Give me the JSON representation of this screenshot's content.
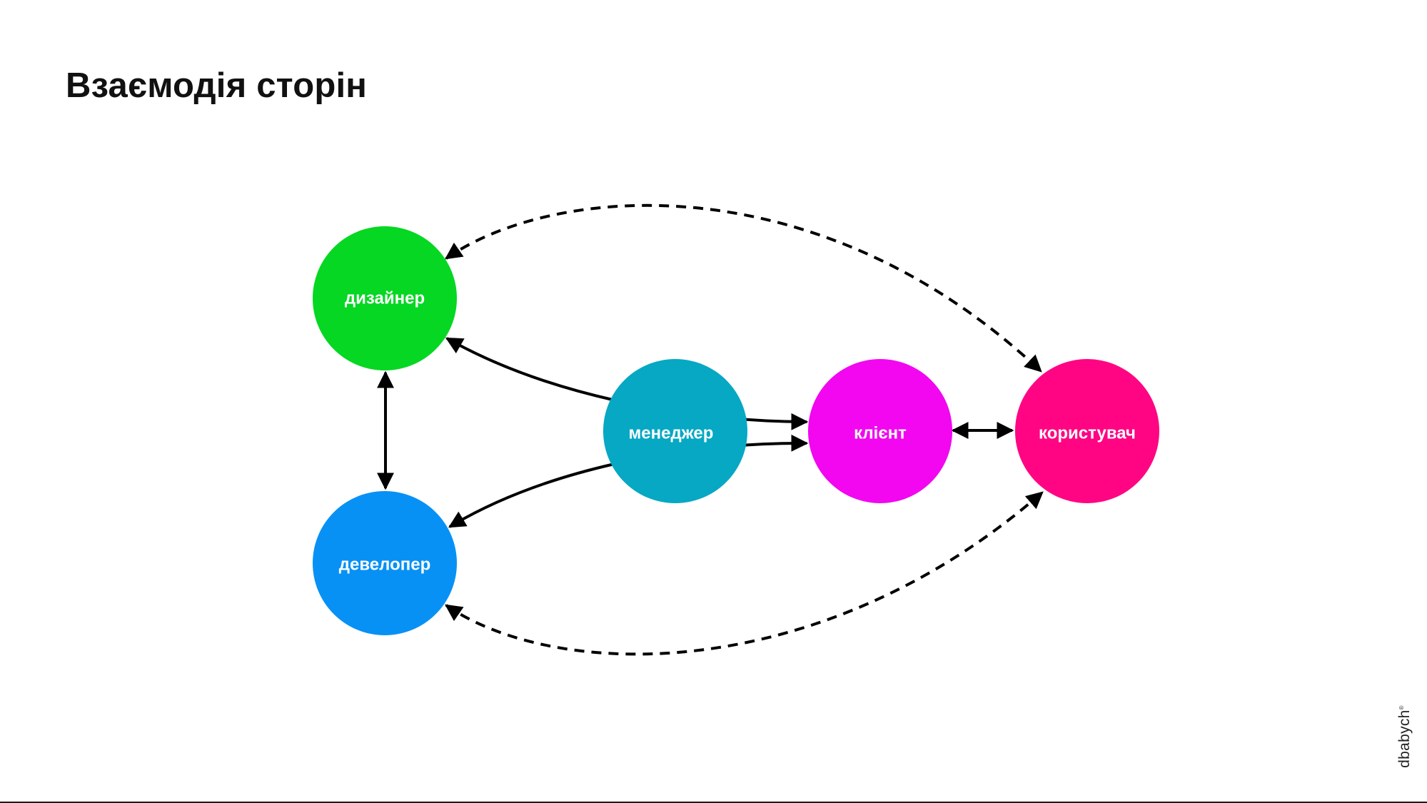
{
  "slide": {
    "title": "Взаємодія сторін",
    "brand": "dbabych",
    "brand_mark": "®"
  },
  "diagram": {
    "nodes": [
      {
        "id": "designer",
        "label": "дизайнер",
        "color": "#05d722"
      },
      {
        "id": "developer",
        "label": "девелопер",
        "color": "#0891f5"
      },
      {
        "id": "manager",
        "label": "менеджер",
        "color": "#06a8c3"
      },
      {
        "id": "client",
        "label": "клієнт",
        "color": "#f207f0"
      },
      {
        "id": "user",
        "label": "користувач",
        "color": "#ff0583"
      }
    ],
    "edges": [
      {
        "from": "designer",
        "to": "developer",
        "style": "solid",
        "direction": "both"
      },
      {
        "from": "designer",
        "to": "client",
        "style": "solid",
        "direction": "both"
      },
      {
        "from": "developer",
        "to": "client",
        "style": "solid",
        "direction": "both"
      },
      {
        "from": "client",
        "to": "user",
        "style": "solid",
        "direction": "both"
      },
      {
        "from": "designer",
        "to": "user",
        "style": "dashed",
        "direction": "both"
      },
      {
        "from": "developer",
        "to": "user",
        "style": "dashed",
        "direction": "both"
      }
    ]
  }
}
